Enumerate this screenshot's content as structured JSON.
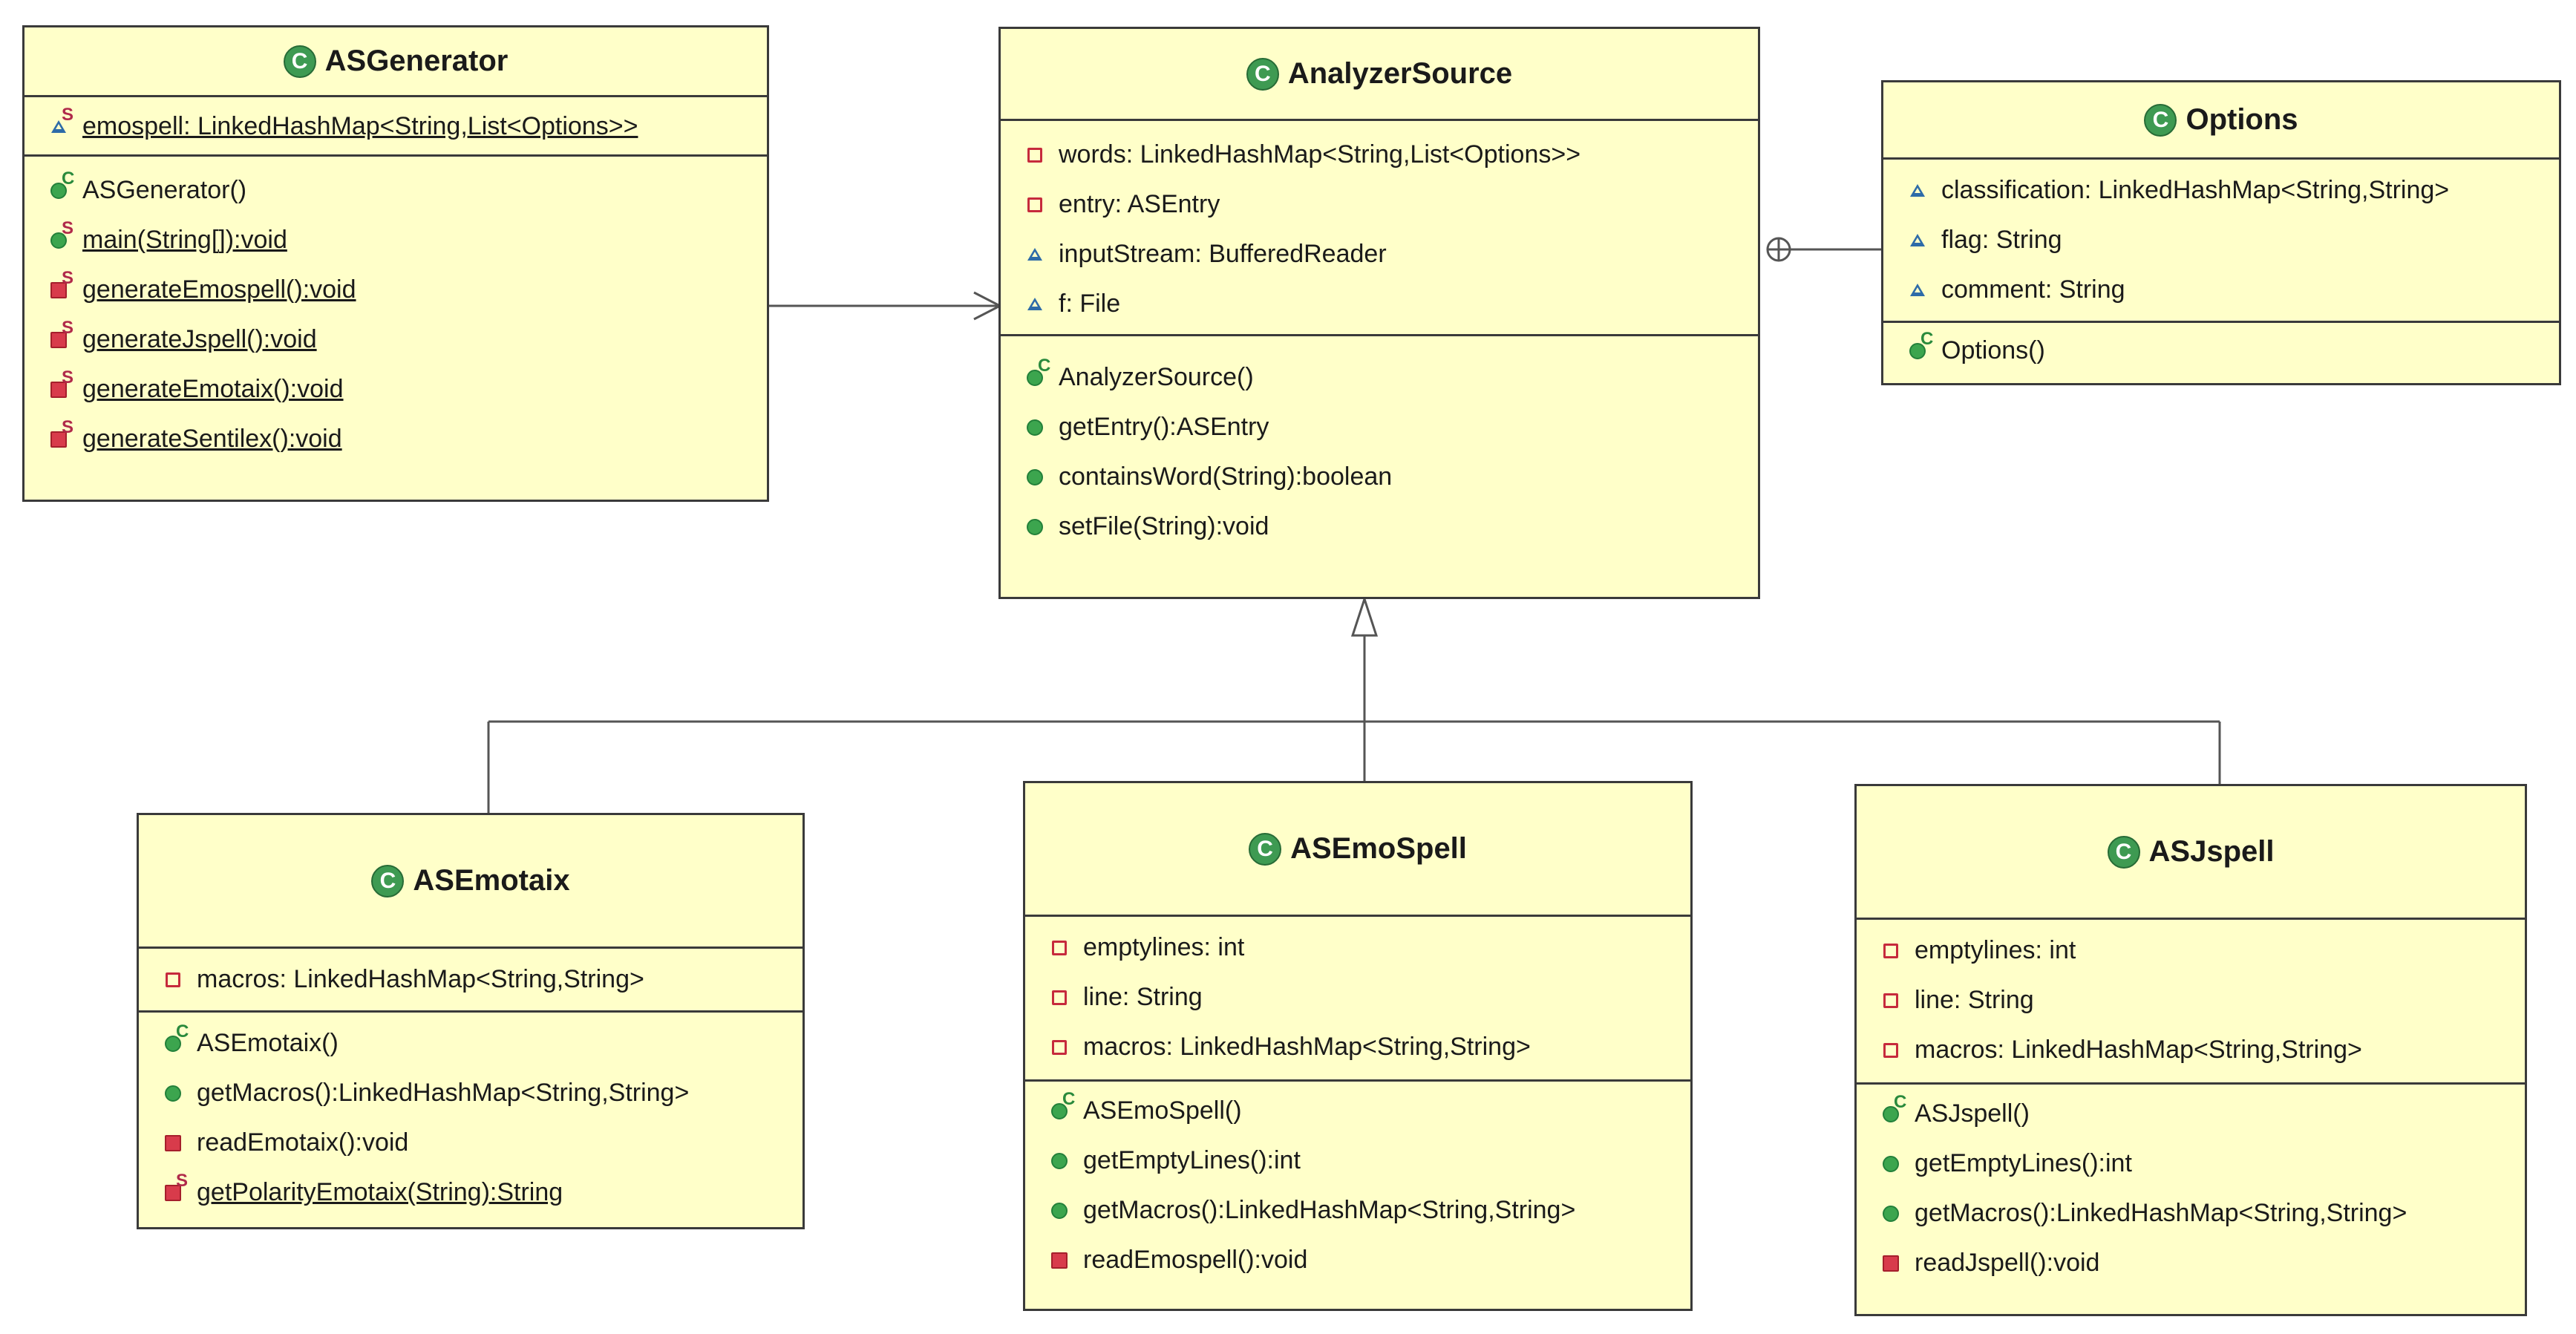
{
  "classes": [
    {
      "id": "asgenerator",
      "name": "ASGenerator",
      "badge": "C",
      "attributes": [
        {
          "visibility": "package",
          "modifier": "S",
          "text": "emospell: LinkedHashMap<String,List<Options>>",
          "static": true
        }
      ],
      "operations": [
        {
          "visibility": "public",
          "modifier": "C",
          "text": "ASGenerator()",
          "static": false
        },
        {
          "visibility": "public",
          "modifier": "S",
          "text": "main(String[]):void",
          "static": true
        },
        {
          "visibility": "private",
          "modifier": "S",
          "text": "generateEmospell():void",
          "static": true
        },
        {
          "visibility": "private",
          "modifier": "S",
          "text": "generateJspell():void",
          "static": true
        },
        {
          "visibility": "private",
          "modifier": "S",
          "text": "generateEmotaix():void",
          "static": true
        },
        {
          "visibility": "private",
          "modifier": "S",
          "text": "generateSentilex():void",
          "static": true
        }
      ]
    },
    {
      "id": "analyzersource",
      "name": "AnalyzerSource",
      "badge": "C",
      "attributes": [
        {
          "visibility": "private",
          "modifier": "",
          "text": "words: LinkedHashMap<String,List<Options>>",
          "static": false
        },
        {
          "visibility": "private",
          "modifier": "",
          "text": "entry: ASEntry",
          "static": false
        },
        {
          "visibility": "package",
          "modifier": "",
          "text": "inputStream: BufferedReader",
          "static": false
        },
        {
          "visibility": "package",
          "modifier": "",
          "text": "f: File",
          "static": false
        }
      ],
      "operations": [
        {
          "visibility": "public",
          "modifier": "C",
          "text": "AnalyzerSource()",
          "static": false
        },
        {
          "visibility": "public",
          "modifier": "",
          "text": "getEntry():ASEntry",
          "static": false
        },
        {
          "visibility": "public",
          "modifier": "",
          "text": "containsWord(String):boolean",
          "static": false
        },
        {
          "visibility": "public",
          "modifier": "",
          "text": "setFile(String):void",
          "static": false
        }
      ]
    },
    {
      "id": "options",
      "name": "Options",
      "badge": "C",
      "attributes": [
        {
          "visibility": "package",
          "modifier": "",
          "text": "classification: LinkedHashMap<String,String>",
          "static": false
        },
        {
          "visibility": "package",
          "modifier": "",
          "text": "flag: String",
          "static": false
        },
        {
          "visibility": "package",
          "modifier": "",
          "text": "comment: String",
          "static": false
        }
      ],
      "operations": [
        {
          "visibility": "public",
          "modifier": "C",
          "text": "Options()",
          "static": false
        }
      ]
    },
    {
      "id": "asemotaix",
      "name": "ASEmotaix",
      "badge": "C",
      "attributes": [
        {
          "visibility": "private",
          "modifier": "",
          "text": "macros: LinkedHashMap<String,String>",
          "static": false
        }
      ],
      "operations": [
        {
          "visibility": "public",
          "modifier": "C",
          "text": "ASEmotaix()",
          "static": false
        },
        {
          "visibility": "public",
          "modifier": "",
          "text": "getMacros():LinkedHashMap<String,String>",
          "static": false
        },
        {
          "visibility": "private-m",
          "modifier": "",
          "text": "readEmotaix():void",
          "static": false
        },
        {
          "visibility": "private-m",
          "modifier": "S",
          "text": "getPolarityEmotaix(String):String",
          "static": true
        }
      ]
    },
    {
      "id": "asemospell",
      "name": "ASEmoSpell",
      "badge": "C",
      "attributes": [
        {
          "visibility": "private",
          "modifier": "",
          "text": "emptylines: int",
          "static": false
        },
        {
          "visibility": "private",
          "modifier": "",
          "text": "line: String",
          "static": false
        },
        {
          "visibility": "private",
          "modifier": "",
          "text": "macros: LinkedHashMap<String,String>",
          "static": false
        }
      ],
      "operations": [
        {
          "visibility": "public",
          "modifier": "C",
          "text": "ASEmoSpell()",
          "static": false
        },
        {
          "visibility": "public",
          "modifier": "",
          "text": "getEmptyLines():int",
          "static": false
        },
        {
          "visibility": "public",
          "modifier": "",
          "text": "getMacros():LinkedHashMap<String,String>",
          "static": false
        },
        {
          "visibility": "private-m",
          "modifier": "",
          "text": "readEmospell():void",
          "static": false
        }
      ]
    },
    {
      "id": "asjspell",
      "name": "ASJspell",
      "badge": "C",
      "attributes": [
        {
          "visibility": "private",
          "modifier": "",
          "text": "emptylines: int",
          "static": false
        },
        {
          "visibility": "private",
          "modifier": "",
          "text": "line: String",
          "static": false
        },
        {
          "visibility": "private",
          "modifier": "",
          "text": "macros: LinkedHashMap<String,String>",
          "static": false
        }
      ],
      "operations": [
        {
          "visibility": "public",
          "modifier": "C",
          "text": "ASJspell()",
          "static": false
        },
        {
          "visibility": "public",
          "modifier": "",
          "text": "getEmptyLines():int",
          "static": false
        },
        {
          "visibility": "public",
          "modifier": "",
          "text": "getMacros():LinkedHashMap<String,String>",
          "static": false
        },
        {
          "visibility": "private-m",
          "modifier": "",
          "text": "readJspell():void",
          "static": false
        }
      ]
    }
  ],
  "relations": [
    {
      "type": "association",
      "from": "ASGenerator",
      "to": "AnalyzerSource"
    },
    {
      "type": "nesting",
      "from": "Options",
      "to": "AnalyzerSource"
    },
    {
      "type": "generalization",
      "from": "ASEmotaix",
      "to": "AnalyzerSource"
    },
    {
      "type": "generalization",
      "from": "ASEmoSpell",
      "to": "AnalyzerSource"
    },
    {
      "type": "generalization",
      "from": "ASJspell",
      "to": "AnalyzerSource"
    }
  ]
}
